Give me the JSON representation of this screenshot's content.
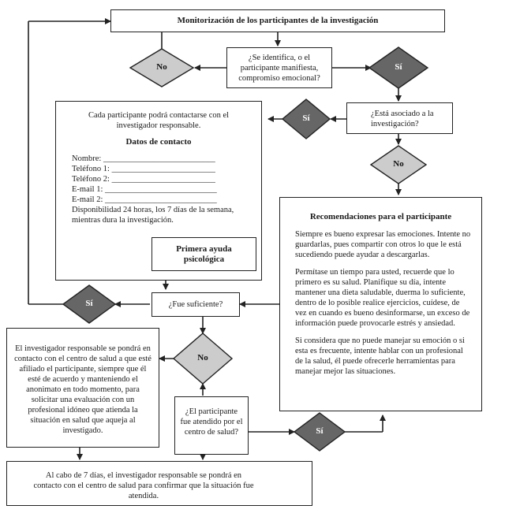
{
  "title_box": "Monitorización de los participantes de la investigación",
  "q_identify": "¿Se identifica, o el participante manifiesta, compromiso emocional?",
  "q_associated": "¿Está asociado a la investigación?",
  "q_sufficient": "¿Fue suficiente?",
  "q_attended": "¿El participante fue atendido por el centro de salud?",
  "labels": {
    "yes": "Sí",
    "no": "No"
  },
  "contact": {
    "intro": "Cada participante podrá contactarse con el investigador responsable.",
    "heading": "Datos de contacto",
    "fields": [
      "Nombre: ___________________________",
      "Teléfono 1: _________________________",
      "Teléfono 2: _________________________",
      "E-mail 1: ___________________________",
      "E-mail 2: ___________________________"
    ],
    "availability": "Disponibilidad 24 horas, los 7 días de la semana, mientras dura la investigación.",
    "first_aid": "Primera ayuda psicológica"
  },
  "recommendations": {
    "heading": "Recomendaciones para el participante",
    "paragraphs": [
      "Siempre es bueno expresar las emociones. Intente no guardarlas, pues compartir con otros lo que le está sucediendo puede ayudar a descargarlas.",
      "Permítase un tiempo para usted, recuerde que lo primero es su salud. Planifique su día, intente mantener una dieta saludable, duerma lo suficiente, dentro de lo posible realice ejercicios, cuídese, de vez en cuando es bueno desinformarse, un exceso de información puede provocarle estrés y ansiedad.",
      "Si considera que no puede manejar su emoción o si esta es frecuente, intente hablar con un profesional de la salud, él puede ofrecerle herramientas para manejar mejor las situaciones."
    ]
  },
  "investigator_text": "El investigador responsable se pondrá en contacto con el centro de salud a que esté afiliado el participante, siempre que él esté de acuerdo y manteniendo el anonimato en todo momento, para solicitar una evaluación con un profesional idóneo que atienda la situación en salud que aqueja al investigado.",
  "followup_text": "Al cabo de 7 días, el investigador responsable se pondrá en contacto con el centro de salud para confirmar que la situación fue atendida.",
  "colors": {
    "light_diamond": "#cccccc",
    "dark_diamond": "#666666",
    "stroke": "#222222"
  }
}
